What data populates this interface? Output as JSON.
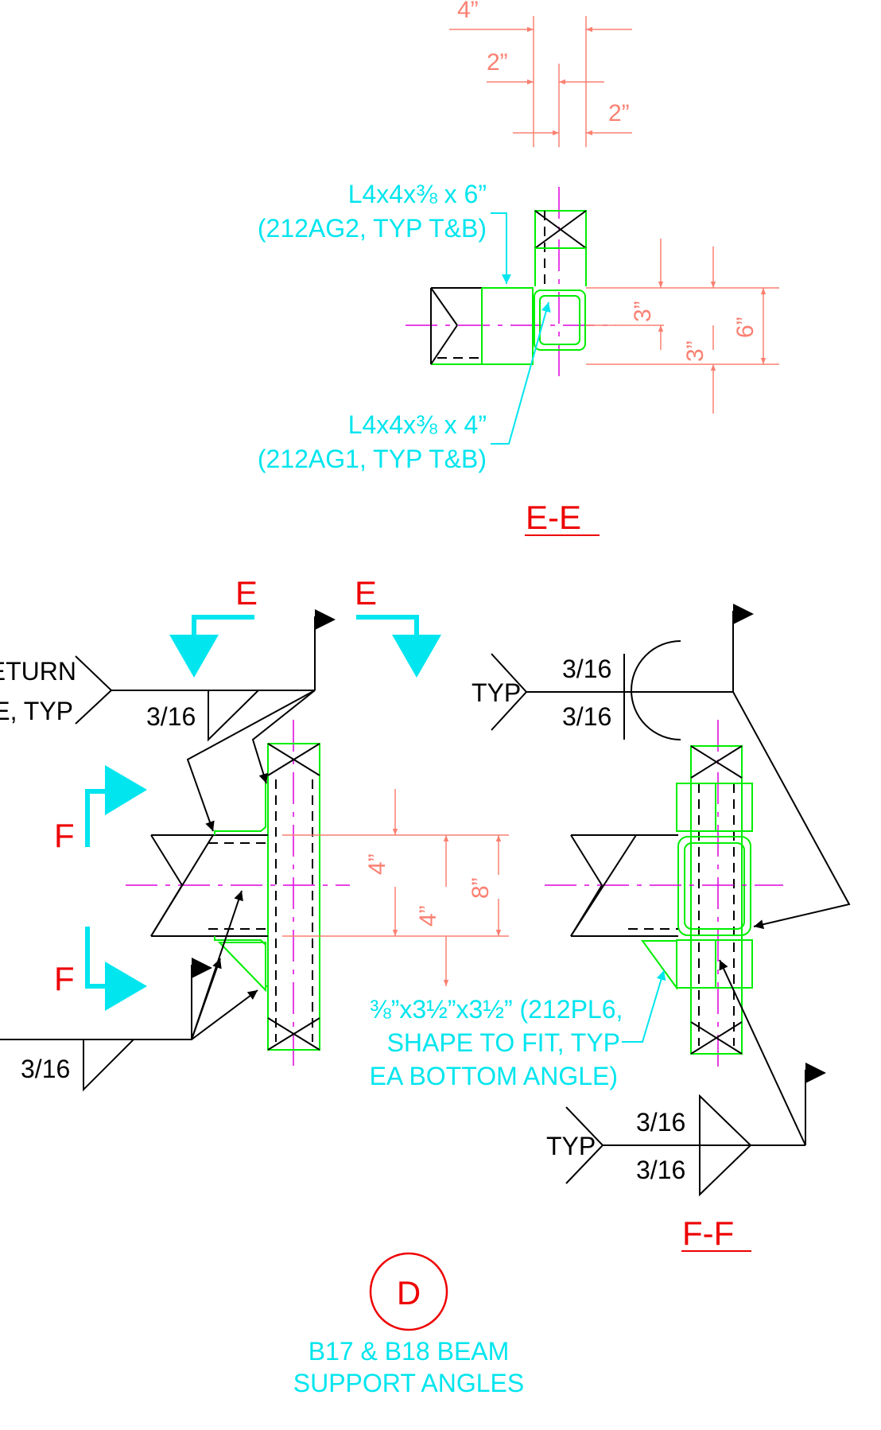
{
  "section_e": {
    "title": "E-E",
    "dims": {
      "top_4": "4”",
      "top_2a": "2”",
      "top_2b": "2”",
      "right_3a": "3”",
      "right_3b": "3”",
      "right_6": "6”"
    },
    "callout_upper": {
      "line1": "L4x4x⅜ x 6”",
      "line2": "(212AG2, TYP T&B)"
    },
    "callout_lower": {
      "line1": "L4x4x⅜ x 4”",
      "line2": "(212AG1, TYP T&B)"
    }
  },
  "plan": {
    "cut_e_left": "E",
    "cut_e_right": "E",
    "cut_f_upper": "F",
    "cut_f_lower": "F",
    "weld_return_line1": "RETURN",
    "weld_return_line2": "E, TYP",
    "weld_size_upper": "3/16",
    "weld_size_lower": "3/16",
    "dims": {
      "d4a": "4”",
      "d4b": "4”",
      "d8": "8”"
    }
  },
  "section_f": {
    "title": "F-F",
    "weld_top": {
      "note": "TYP",
      "size_top": "3/16",
      "size_bottom": "3/16"
    },
    "weld_bottom": {
      "note": "TYP",
      "size_top": "3/16",
      "size_bottom": "3/16"
    },
    "plate_callout": {
      "line1": "⅜”x3½”x3½” (212PL6,",
      "line2": "SHAPE TO FIT, TYP",
      "line3": "EA BOTTOM ANGLE)"
    }
  },
  "detail": {
    "marker": "D",
    "title_line1": "B17 & B18 BEAM",
    "title_line2": "SUPPORT ANGLES"
  },
  "colors": {
    "outline": "#00ee00",
    "centerline": "#dd00dd",
    "dimension": "#fa8072",
    "annotation": "#00e5ee",
    "section_title": "#ee0000"
  }
}
